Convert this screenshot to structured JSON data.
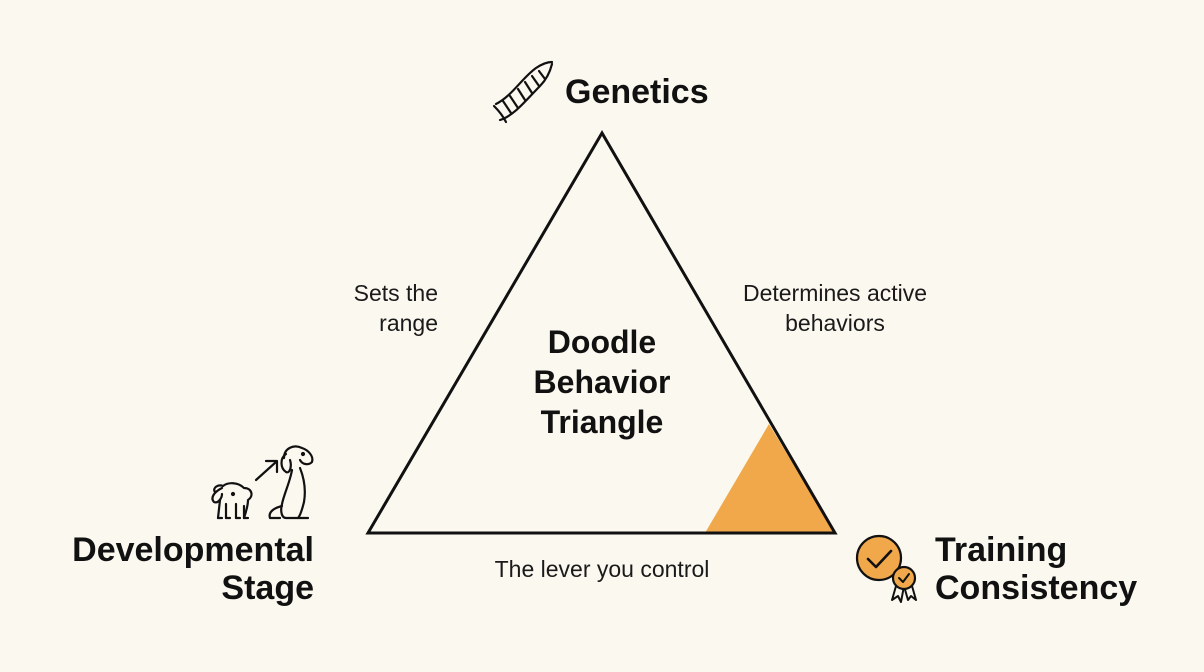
{
  "diagram": {
    "center_title": [
      "Doodle",
      "Behavior",
      "Triangle"
    ],
    "vertices": {
      "top": {
        "label": "Genetics",
        "icon": "dna-icon"
      },
      "bottom_left": {
        "label_lines": [
          "Developmental",
          "Stage"
        ],
        "icon": "puppy-to-dog-icon"
      },
      "bottom_right": {
        "label_lines": [
          "Training",
          "Consistency"
        ],
        "icon": "award-badge-icon"
      }
    },
    "edges": {
      "left": [
        "Sets the",
        "range"
      ],
      "right": [
        "Determines active",
        "behaviors"
      ],
      "bottom": "The lever you control"
    },
    "colors": {
      "background": "#fbf8ef",
      "stroke": "#111111",
      "accent": "#f0a84a"
    }
  }
}
